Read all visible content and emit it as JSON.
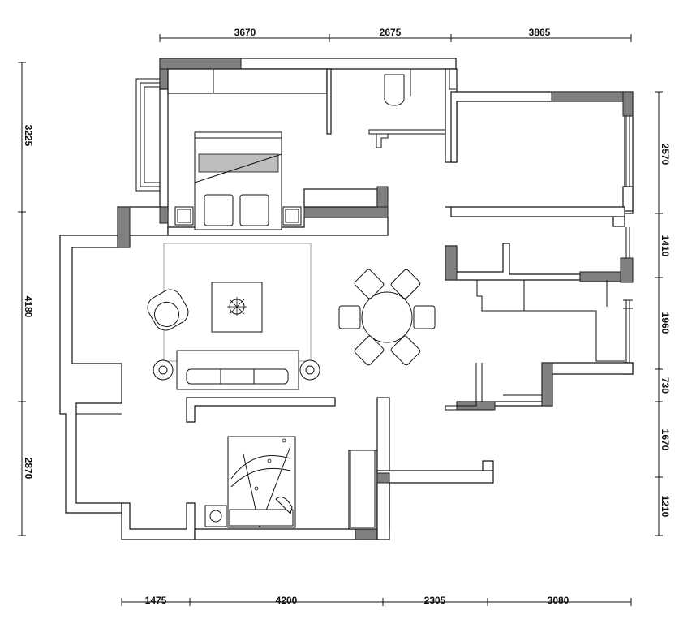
{
  "dimensions": {
    "top": [
      "3670",
      "2675",
      "3865"
    ],
    "bottom": [
      "1475",
      "4200",
      "2305",
      "3080"
    ],
    "left": [
      "3225",
      "4180",
      "2870"
    ],
    "right": [
      "2570",
      "1410",
      "1960",
      "730",
      "1670",
      "1210"
    ]
  },
  "colors": {
    "line": "#111111",
    "wall_fill": "#808080",
    "background": "#ffffff"
  }
}
